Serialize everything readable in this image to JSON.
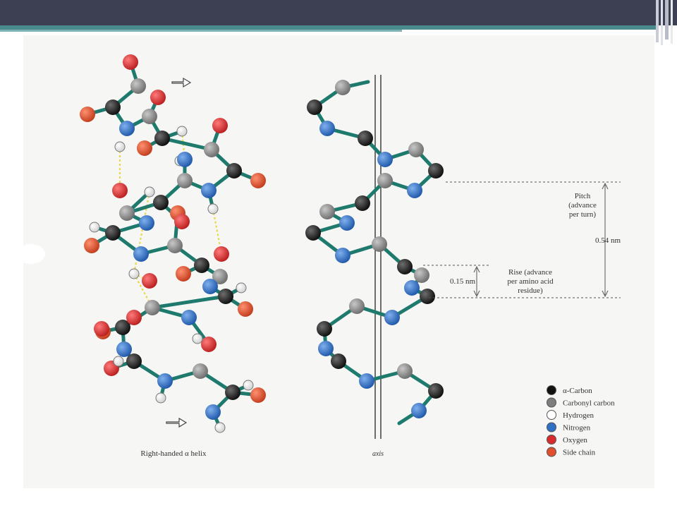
{
  "caption_left": "Right-handed α helix",
  "caption_axis": "axis",
  "pitch_label": [
    "Pitch",
    "(advance",
    "per turn)"
  ],
  "pitch_value": "0.54 nm",
  "rise_label": [
    "Rise (advance",
    "per amino acid",
    "residue)"
  ],
  "rise_value": "0.15 nm",
  "legend": [
    {
      "label": "α-Carbon",
      "color": "#111111"
    },
    {
      "label": "Carbonyl carbon",
      "color": "#7d7d7d"
    },
    {
      "label": "Hydrogen",
      "color": "#ffffff"
    },
    {
      "label": "Nitrogen",
      "color": "#2f6fc6"
    },
    {
      "label": "Oxygen",
      "color": "#d92b2b"
    },
    {
      "label": "Side chain",
      "color": "#e0502e"
    }
  ],
  "colors": {
    "header": "#3d3f52",
    "accent": "#4a8b8e",
    "bond": "#1f7a6e",
    "hbond": "#e8d94a"
  }
}
